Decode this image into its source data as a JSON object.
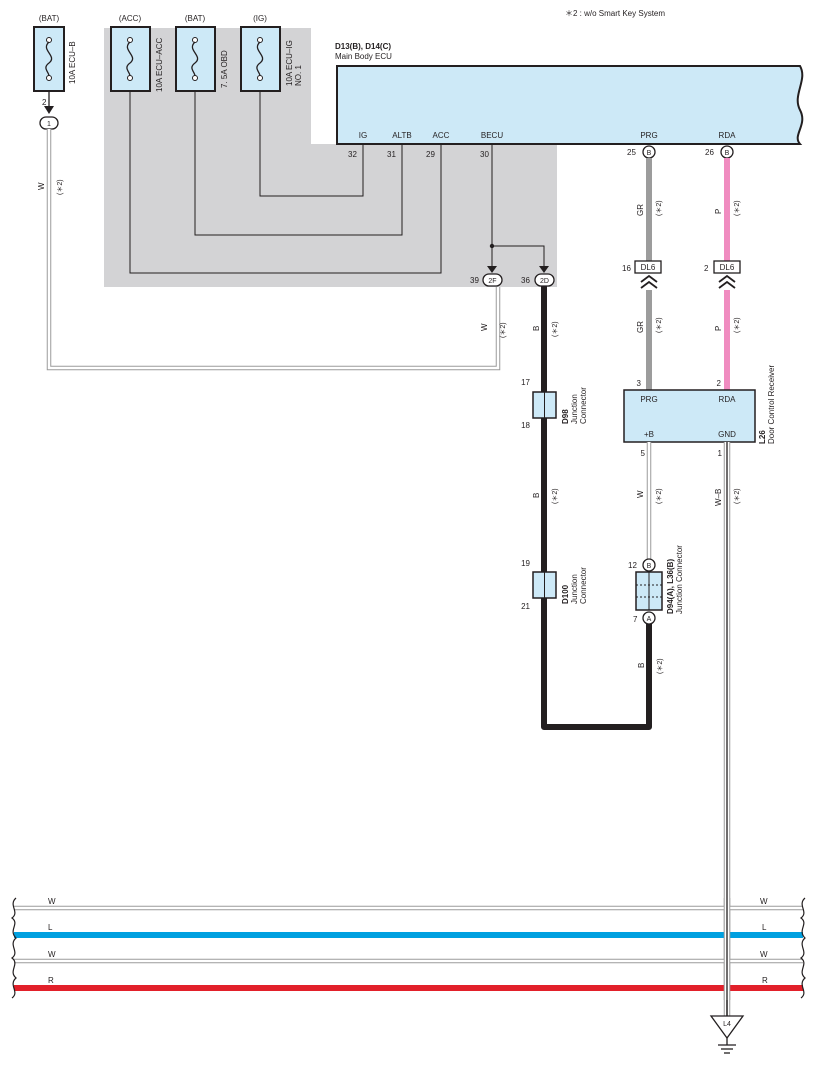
{
  "note": "＊2 : w/o Smart Key System",
  "fuses": [
    {
      "supply": "(BAT)",
      "name": "10A ECU–B",
      "name2": "",
      "pin": "2",
      "connector": "1"
    },
    {
      "supply": "(ACC)",
      "name": "10A ECU–ACC",
      "name2": ""
    },
    {
      "supply": "(BAT)",
      "name": "7. 5A OBD",
      "name2": ""
    },
    {
      "supply": "(IG)",
      "name": "10A ECU–IG",
      "name2": "NO. 1"
    }
  ],
  "ecu": {
    "id": "D13(B), D14(C)",
    "name": "Main Body ECU",
    "terminals": [
      {
        "label": "IG",
        "pin": "32"
      },
      {
        "label": "ALTB",
        "pin": "31"
      },
      {
        "label": "ACC",
        "pin": "29"
      },
      {
        "label": "BECU",
        "pin": "30"
      },
      {
        "label": "PRG",
        "pin": "25",
        "conn": "B"
      },
      {
        "label": "RDA",
        "pin": "26",
        "conn": "B"
      }
    ]
  },
  "inline": [
    {
      "pin": "39",
      "conn": "2F"
    },
    {
      "pin": "36",
      "conn": "2D"
    }
  ],
  "dl6": [
    {
      "pin": "16",
      "name": "DL6"
    },
    {
      "pin": "2",
      "name": "DL6"
    }
  ],
  "receiver": {
    "id": "L26",
    "name": "Door Control Receiver",
    "terminals": [
      {
        "label": "PRG",
        "pin": "3"
      },
      {
        "label": "RDA",
        "pin": "2"
      },
      {
        "label": "+B",
        "pin": "5"
      },
      {
        "label": "GND",
        "pin": "1"
      }
    ]
  },
  "junctions": [
    {
      "id": "D98",
      "name": "Junction",
      "name2": "Connector",
      "pin_top": "17",
      "pin_bottom": "18"
    },
    {
      "id": "D100",
      "name": "Junction",
      "name2": "Connector",
      "pin_top": "19",
      "pin_bottom": "21"
    },
    {
      "id": "D94(A), L36(B)",
      "name": "Junction Connector",
      "name2": "",
      "pin_top": "12",
      "conn_top": "B",
      "pin_bottom": "7",
      "conn_bottom": "A"
    }
  ],
  "wires": {
    "w_ecub": [
      "W",
      "(＊2)"
    ],
    "w_2f": [
      "W",
      "(＊2)"
    ],
    "b_top": [
      "B",
      "(＊2)"
    ],
    "b_mid": [
      "B",
      "(＊2)"
    ],
    "gr_top": [
      "GR",
      "(＊2)"
    ],
    "gr_bot": [
      "GR",
      "(＊2)"
    ],
    "p_top": [
      "P",
      "(＊2)"
    ],
    "p_bot": [
      "P",
      "(＊2)"
    ],
    "w_plusb": [
      "W",
      "(＊2)"
    ],
    "wb_gnd": [
      "W–B",
      "(＊2)"
    ],
    "b_bot": [
      "B",
      "(＊2)"
    ]
  },
  "ground": "L4",
  "buses": [
    {
      "color_code": "W",
      "hex": "#ffffff"
    },
    {
      "color_code": "L",
      "hex": "#00a0e0"
    },
    {
      "color_code": "W",
      "hex": "#ffffff"
    },
    {
      "color_code": "R",
      "hex": "#e2202a"
    }
  ],
  "colors": {
    "panel_fill": "#cde9f7",
    "shade": "#d3d3d5",
    "gray_wire": "#9c9c9c",
    "pink_wire": "#f08cc0",
    "black_wire": "#231f20"
  }
}
